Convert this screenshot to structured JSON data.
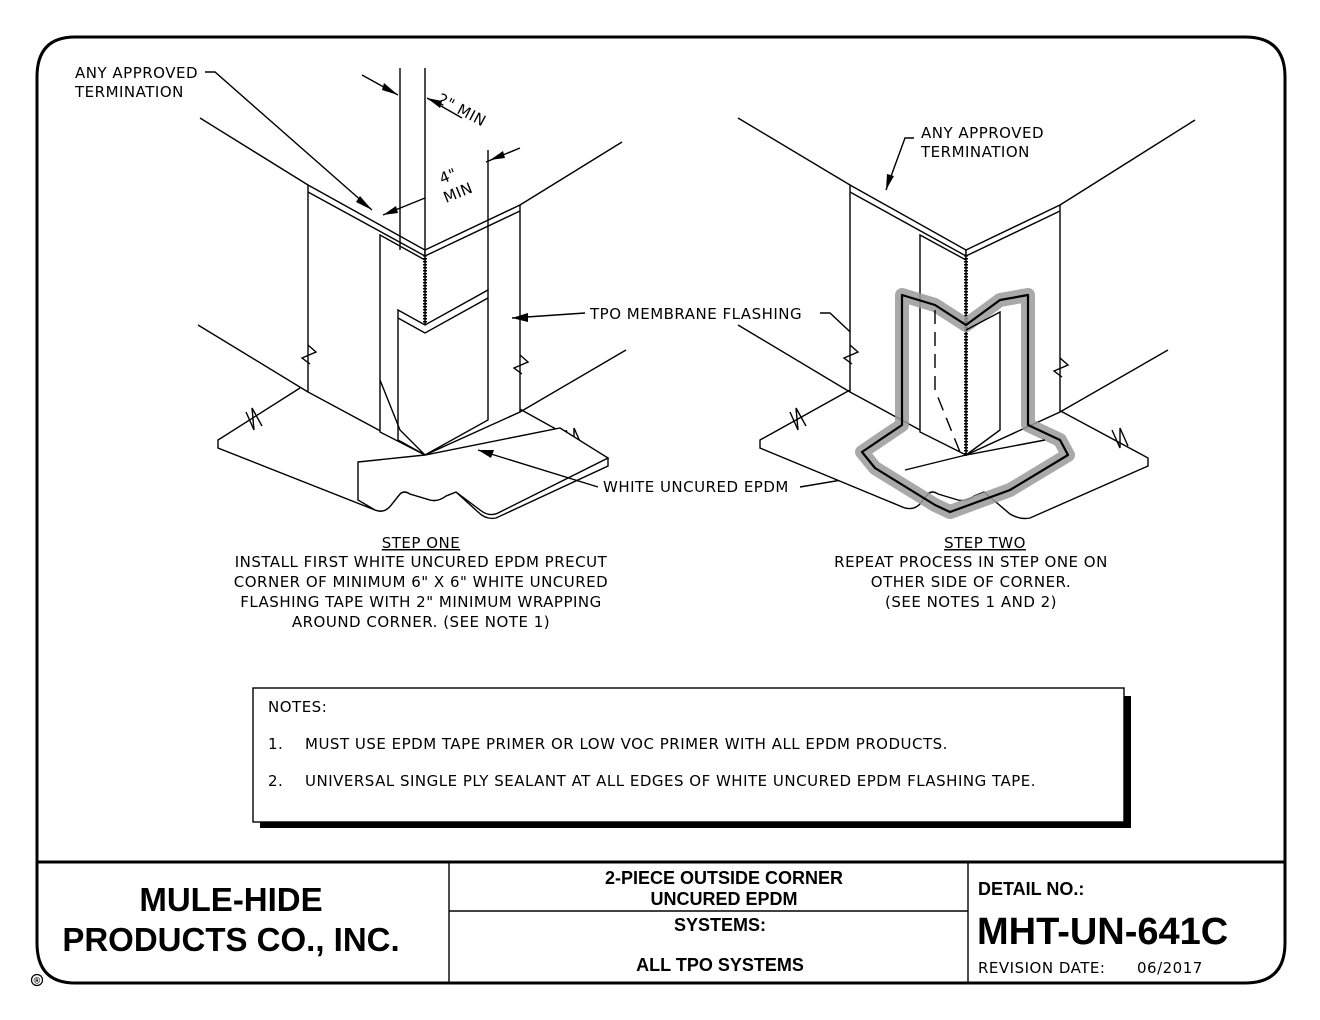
{
  "left_callouts": {
    "termination_line1": "ANY APPROVED",
    "termination_line2": "TERMINATION",
    "dim_2in": "2\" MIN",
    "dim_4in_line1": "4\"",
    "dim_4in_line2": "MIN"
  },
  "shared_callouts": {
    "tpo_flashing": "TPO MEMBRANE FLASHING",
    "white_epdm": "WHITE UNCURED EPDM"
  },
  "right_callouts": {
    "termination_line1": "ANY APPROVED",
    "termination_line2": "TERMINATION"
  },
  "step_one": {
    "title": "STEP ONE",
    "lines": [
      "INSTALL FIRST WHITE UNCURED EPDM PRECUT",
      "CORNER OF MINIMUM 6\" X 6\" WHITE UNCURED",
      "FLASHING TAPE WITH 2\" MINIMUM WRAPPING",
      "AROUND CORNER.  (SEE NOTE 1)"
    ]
  },
  "step_two": {
    "title": "STEP TWO",
    "lines": [
      "REPEAT PROCESS IN STEP ONE ON",
      "OTHER SIDE OF CORNER.",
      "(SEE NOTES 1 AND 2)"
    ]
  },
  "notes": {
    "heading": "NOTES:",
    "items": [
      {
        "num": "1.",
        "text": "MUST USE EPDM TAPE PRIMER OR LOW VOC PRIMER WITH ALL EPDM PRODUCTS."
      },
      {
        "num": "2.",
        "text": "UNIVERSAL SINGLE PLY SEALANT AT ALL EDGES OF WHITE UNCURED EPDM FLASHING TAPE."
      }
    ]
  },
  "title_block": {
    "company_line1": "MULE-HIDE",
    "company_line2": "PRODUCTS CO., INC.",
    "registered_mark": "®",
    "detail_title_line1": "2-PIECE OUTSIDE CORNER",
    "detail_title_line2": "UNCURED EPDM",
    "systems_label": "SYSTEMS:",
    "systems_value": "ALL TPO SYSTEMS",
    "detail_no_label": "DETAIL NO.:",
    "detail_no": "MHT-UN-641C",
    "revision_label": "REVISION DATE:",
    "revision_date": "06/2017"
  }
}
